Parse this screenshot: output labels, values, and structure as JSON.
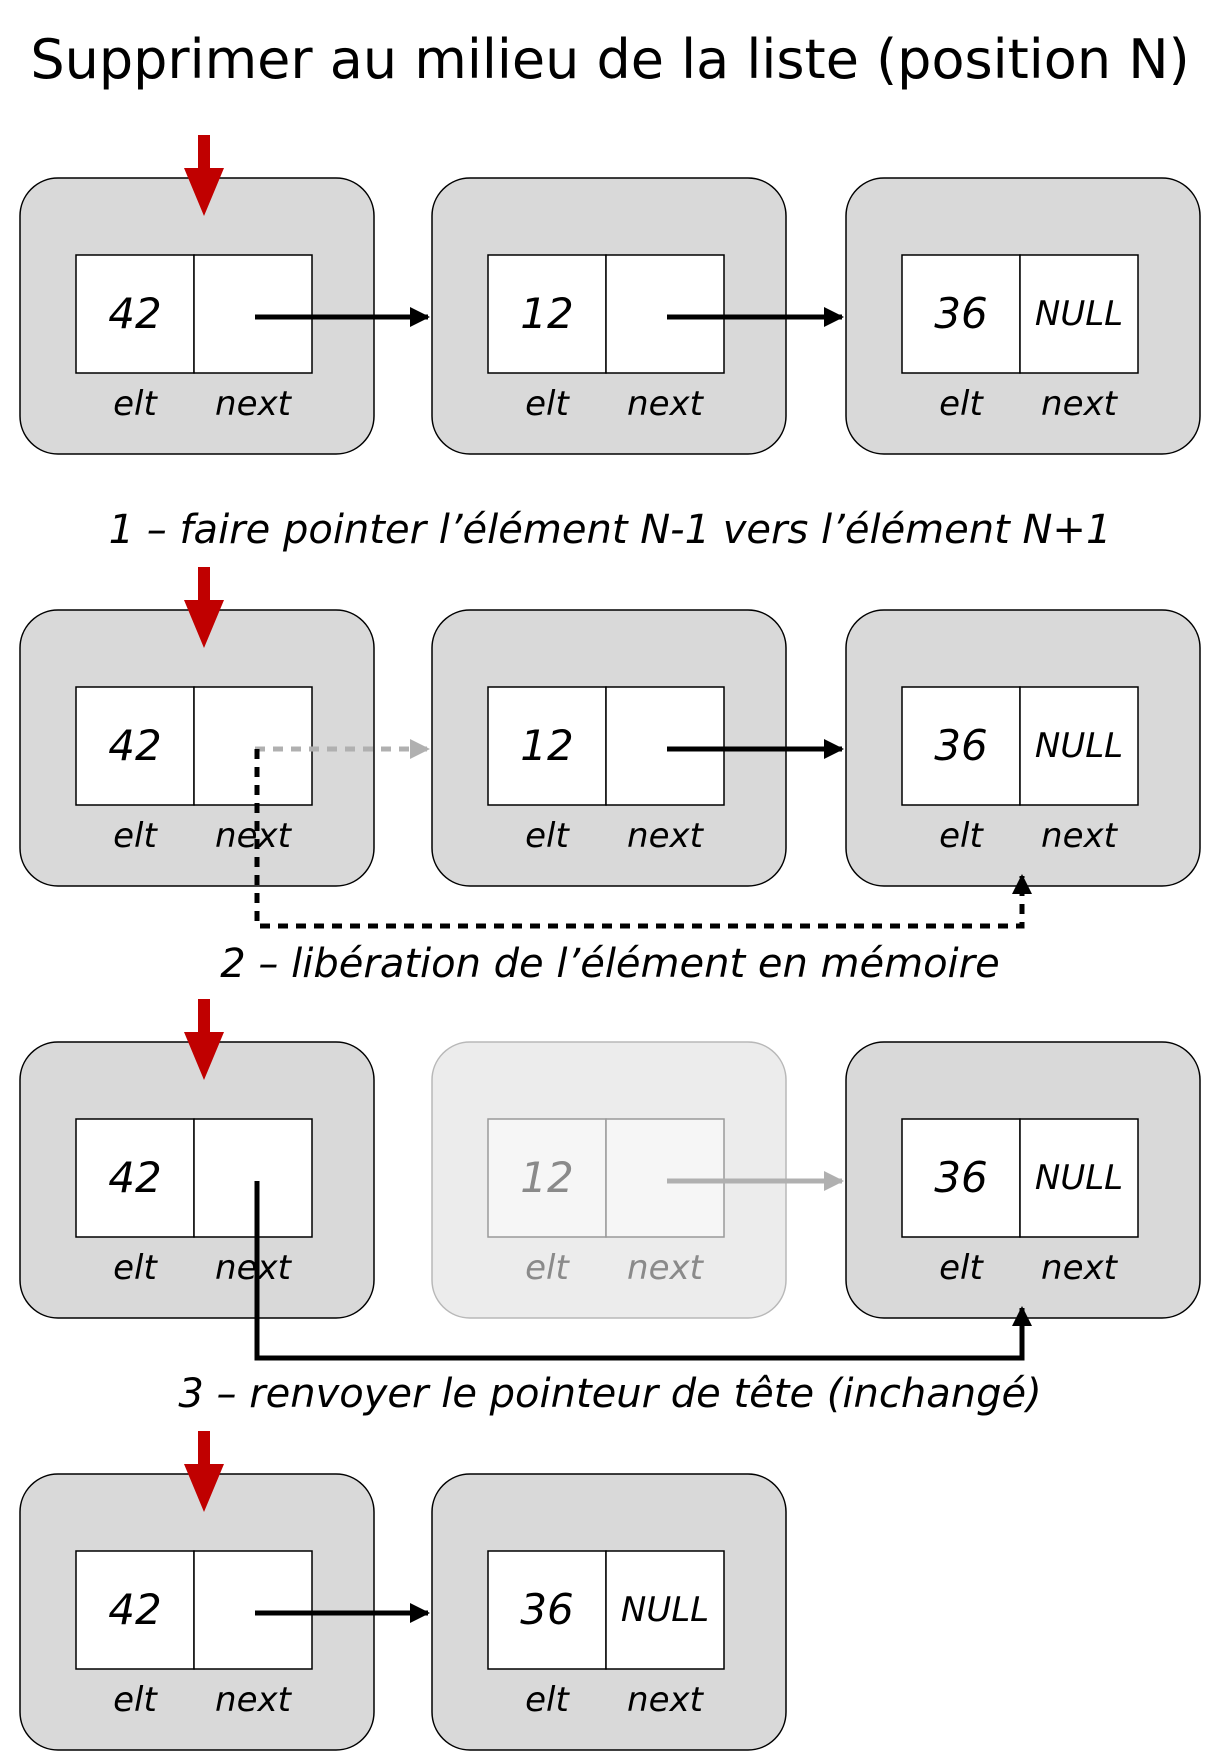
{
  "title": "Supprimer au milieu de la liste (position N)",
  "steps": [
    "1 – faire pointer l’élément N-1 vers l’élément N+1",
    "2 – libération de l’élément en mémoire",
    "3 – renvoyer le pointeur de tête (inchangé)"
  ],
  "field_labels": {
    "elt": "elt",
    "next": "next"
  },
  "null_text": "NULL",
  "rows": [
    {
      "nodes": [
        {
          "value": "42",
          "next": ""
        },
        {
          "value": "12",
          "next": ""
        },
        {
          "value": "36",
          "next": "NULL"
        }
      ]
    },
    {
      "nodes": [
        {
          "value": "42",
          "next": ""
        },
        {
          "value": "12",
          "next": ""
        },
        {
          "value": "36",
          "next": "NULL"
        }
      ]
    },
    {
      "nodes": [
        {
          "value": "42",
          "next": ""
        },
        {
          "value": "12",
          "next": "",
          "freed": true
        },
        {
          "value": "36",
          "next": "NULL"
        }
      ]
    },
    {
      "nodes": [
        {
          "value": "42",
          "next": ""
        },
        {
          "value": "36",
          "next": "NULL"
        }
      ]
    }
  ],
  "colors": {
    "node_fill": "#d9d9d9",
    "node_fill_freed": "#ececec",
    "head_pointer": "#c00000",
    "arrow": "#000000",
    "arrow_faded": "#b0b0b0"
  }
}
